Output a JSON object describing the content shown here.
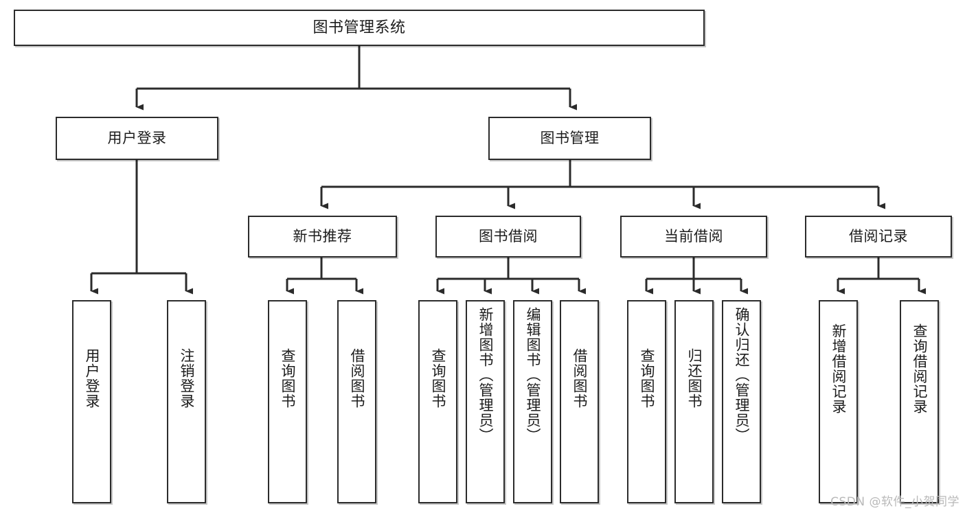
{
  "diagram": {
    "type": "tree-hierarchy-chart",
    "title_node": {
      "id": "root",
      "label": "图书管理系统"
    },
    "levels": [
      {
        "level": 1,
        "nodes": [
          {
            "id": "root",
            "label": "图书管理系统"
          }
        ]
      },
      {
        "level": 2,
        "nodes": [
          {
            "id": "user-login",
            "label": "用户登录",
            "parent": "root"
          },
          {
            "id": "book-management",
            "label": "图书管理",
            "parent": "root"
          }
        ]
      },
      {
        "level": 3,
        "nodes": [
          {
            "id": "new-book-recommend",
            "label": "新书推荐",
            "parent": "book-management"
          },
          {
            "id": "book-borrow",
            "label": "图书借阅",
            "parent": "book-management"
          },
          {
            "id": "current-borrow",
            "label": "当前借阅",
            "parent": "book-management"
          },
          {
            "id": "borrow-record",
            "label": "借阅记录",
            "parent": "book-management"
          }
        ]
      },
      {
        "level": 4,
        "nodes": [
          {
            "id": "leaf-user-login",
            "label": "用户登录",
            "parent": "user-login"
          },
          {
            "id": "leaf-user-logout",
            "label": "注销登录",
            "parent": "user-login"
          },
          {
            "id": "leaf-query-book-1",
            "label": "查询图书",
            "parent": "new-book-recommend"
          },
          {
            "id": "leaf-borrow-book-1",
            "label": "借阅图书",
            "parent": "new-book-recommend"
          },
          {
            "id": "leaf-query-book-2",
            "label": "查询图书",
            "parent": "book-borrow"
          },
          {
            "id": "leaf-add-book",
            "label": "新增图书（管理员）",
            "parent": "book-borrow"
          },
          {
            "id": "leaf-edit-book",
            "label": "编辑图书（管理员）",
            "parent": "book-borrow"
          },
          {
            "id": "leaf-borrow-book-2",
            "label": "借阅图书",
            "parent": "book-borrow"
          },
          {
            "id": "leaf-query-book-3",
            "label": "查询图书",
            "parent": "current-borrow"
          },
          {
            "id": "leaf-return-book",
            "label": "归还图书",
            "parent": "current-borrow"
          },
          {
            "id": "leaf-confirm-return",
            "label": "确认归还（管理员）",
            "parent": "current-borrow"
          },
          {
            "id": "leaf-add-record",
            "label": "新增借阅记录",
            "parent": "borrow-record"
          },
          {
            "id": "leaf-query-record",
            "label": "查询借阅记录",
            "parent": "borrow-record"
          }
        ]
      }
    ],
    "colors": {
      "node_border": "#2b2b2b",
      "node_fill": "#ffffff",
      "edge": "#2b2b2b",
      "text": "#1c1c1c",
      "watermark": "#b9b9b9",
      "background": "#ffffff"
    }
  },
  "watermark": {
    "text": "CSDN @软件_小贺同学"
  }
}
